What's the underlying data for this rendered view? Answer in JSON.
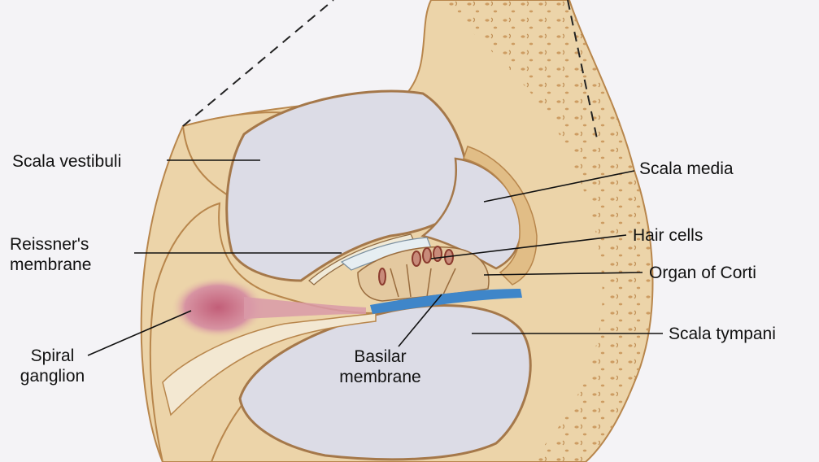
{
  "labels": {
    "scala_vestibuli": "Scala vestibuli",
    "reissners_line1": "Reissner's",
    "reissners_line2": "membrane",
    "spiral_line1": "Spiral",
    "spiral_line2": "ganglion",
    "basilar_line1": "Basilar",
    "basilar_line2": "membrane",
    "scala_media": "Scala media",
    "hair_cells": "Hair cells",
    "organ_of_corti": "Organ of Corti",
    "scala_tympani": "Scala tympani"
  },
  "colors": {
    "bone": "#ecd4a9",
    "bone_dark": "#c89a5e",
    "fluid": "#dcdce6",
    "background": "#f4f3f6",
    "basilar_membrane": "#3f86c9",
    "spiral_ganglion": "#c97a8a",
    "label_text": "#111111"
  }
}
